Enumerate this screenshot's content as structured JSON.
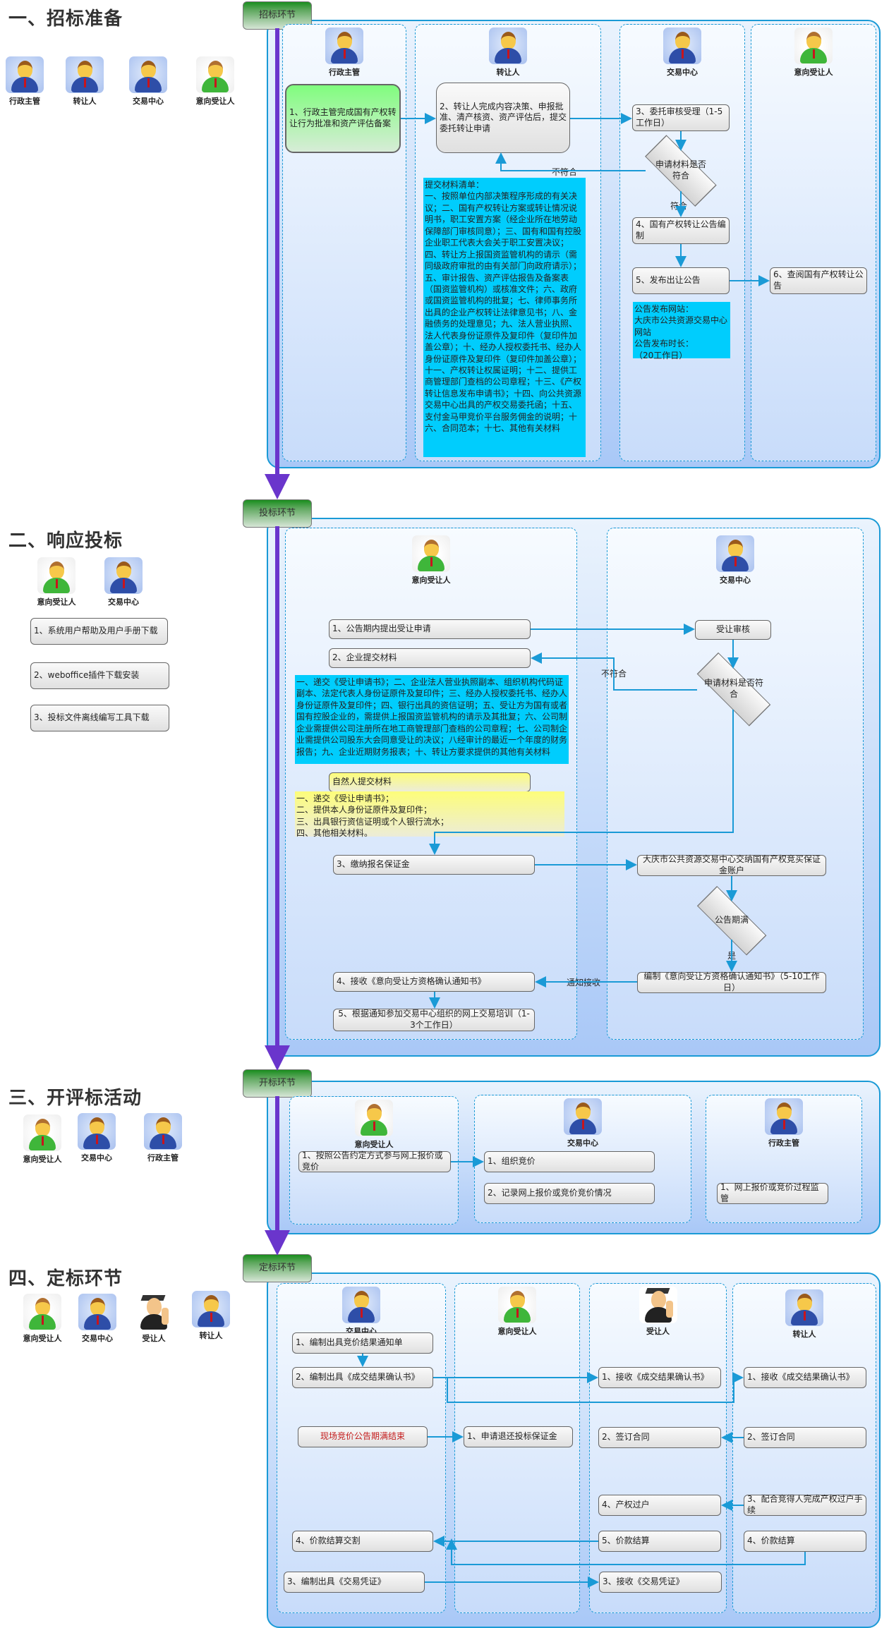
{
  "sections": [
    {
      "title": "一、招标准备",
      "stage_tab": "招标环节",
      "actors": [
        "行政主管",
        "转让人",
        "交易中心",
        "意向受让人"
      ],
      "lanes": [
        "行政主管",
        "转让人",
        "交易中心",
        "意向受让人"
      ],
      "steps": {
        "s1": "1、行政主管完成国有产权转让行为批准和资产评估备案",
        "s2": "2、转让人完成内容决策、申报批准、清产核资、资产评估后，提交委托转让申请",
        "s3": "3、委托审核受理（1-5工作日）",
        "decision": "申请材料是否符合",
        "s4": "4、国有产权转让公告编制",
        "s5": "5、发布出让公告",
        "s6": "6、查阅国有产权转让公告"
      },
      "edge_labels": {
        "reject": "不符合",
        "accept": "符合"
      },
      "materials_note": "提交材料清单：\n一、按照单位内部决策程序形成的有关决议；二、国有产权转让方案或转让情况说明书，职工安置方案（经企业所在地劳动保障部门审核同意）；三、国有和国有控股企业职工代表大会关于职工安置决议；四、转让方上报国资监管机构的请示（需同级政府审批的由有关部门向政府请示）；五、审计报告、资产评估报告及备案表（国资监管机构）或核准文件；六、政府或国资监管机构的批复；七、律师事务所出具的企业产权转让法律意见书；八、金融债务的处理意见；九、法人营业执照、法人代表身份证原件及复印件（复印件加盖公章）；十、经办人授权委托书、经办人身份证原件及复印件（复印件加盖公章）；十一、产权转让权属证明；十二、提供工商管理部门查档的公司章程；十三、《产权转让信息发布申请书》；十四、向公共资源交易中心出具的产权交易委托函；十五、支付金马甲竞价平台服务佣金的说明；十六、合同范本；十七、其他有关材料",
      "publish_note": "公告发布网站：\n大庆市公共资源交易中心网站\n公告发布时长：\n（20工作日）"
    },
    {
      "title": "二、响应投标",
      "stage_tab": "投标环节",
      "actors": [
        "意向受让人",
        "交易中心"
      ],
      "downloads": [
        "1、系统用户帮助及用户手册下载",
        "2、weboffice插件下载安装",
        "3、投标文件离线编写工具下载"
      ],
      "lanes": [
        "意向受让人",
        "交易中心"
      ],
      "steps": {
        "s1": "1、公告期内提出受让申请",
        "s2": "2、企业提交材料",
        "natural": "自然人提交材料",
        "s3": "3、缴纳报名保证金",
        "s4": "4、接收《意向受让方资格确认通知书》",
        "s5": "5、根据通知参加交易中心组织的网上交易培训（1-3个工作日）",
        "review": "受让审核",
        "decision": "申请材料是否符合",
        "account": "大庆市公共资源交易中心交纳国有产权竞买保证金账户",
        "expire": "公告期满",
        "notice": "编制《意向受让方资格确认通知书》（5-10工作日）"
      },
      "edge_labels": {
        "reject": "不符合",
        "yes": "是",
        "notify": "通知接收"
      },
      "company_note": "一、递交《受让申请书》；二、企业法人营业执照副本、组织机构代码证副本、法定代表人身份证原件及复印件；三、经办人授权委托书、经办人身份证原件及复印件；四、银行出具的资信证明；五、受让方为国有或者国有控股企业的，需提供上报国资监管机构的请示及其批复；六、公司制企业需提供公司注册所在地工商管理部门查档的公司章程；七、公司制企业需提供公司股东大会同意受让的决议；八经审计的最近一个年度的财务报告；九、企业近期财务报表；十、转让方要求提供的其他有关材料",
      "natural_note": "一、递交《受让申请书》；\n二、提供本人身份证原件及复印件；\n三、出具银行资信证明或个人银行流水；\n四、其他相关材料。"
    },
    {
      "title": "三、开评标活动",
      "stage_tab": "开标环节",
      "actors": [
        "意向受让人",
        "交易中心",
        "行政主管"
      ],
      "lanes": [
        "意向受让人",
        "交易中心",
        "行政主管"
      ],
      "steps": {
        "bidder1": "1、按照公告约定方式参与网上报价或竞价",
        "center1": "1、组织竞价",
        "center2": "2、记录网上报价或竞价竞价情况",
        "admin1": "1、网上报价或竞价过程监管"
      }
    },
    {
      "title": "四、定标环节",
      "stage_tab": "定标环节",
      "actors": [
        "意向受让人",
        "交易中心",
        "受让人",
        "转让人"
      ],
      "lanes": [
        "交易中心",
        "意向受让人",
        "受让人",
        "转让人"
      ],
      "steps": {
        "c1": "1、编制出具竞价结果通知单",
        "c2": "2、编制出具《成交结果确认书》",
        "c_red": "现场竞价公告期满结束",
        "c4": "4、价款结算交割",
        "c3": "3、编制出具《交易凭证》",
        "b1": "1、申请退还投标保证金",
        "r1": "1、接收《成交结果确认书》",
        "r2": "2、签订合同",
        "r4": "4、产权过户",
        "r5": "5、价款结算",
        "r3": "3、接收《交易凭证》",
        "t1": "1、接收《成交结果确认书》",
        "t2": "2、签订合同",
        "t3": "3、配合竞得人完成产权过户手续",
        "t4": "4、价款结算"
      }
    }
  ],
  "colors": {
    "accent_line": "#1a9ad6",
    "flow_arrow": "#6a35cc",
    "note_bg": "#00cdfd",
    "red_text": "#c41b1b"
  }
}
